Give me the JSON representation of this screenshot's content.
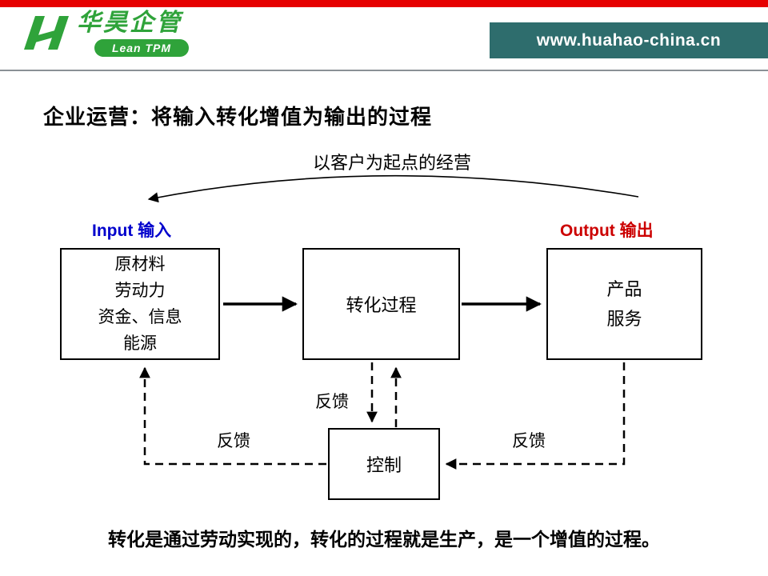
{
  "header": {
    "logo": {
      "name": "华昊企管",
      "tagline": "Lean TPM"
    },
    "website": "www.huahao-china.cn"
  },
  "title": "企业运营：将输入转化增值为输出的过程",
  "diagram": {
    "arc_label": "以客户为起点的经营",
    "input_label": "Input 输入",
    "output_label": "Output 输出",
    "boxes": {
      "input_lines": [
        "原材料",
        "劳动力",
        "资金、信息",
        "能源"
      ],
      "process": "转化过程",
      "output_lines": [
        "产品",
        "服务"
      ],
      "control": "控制"
    },
    "feedback_labels": {
      "center": "反馈",
      "left": "反馈",
      "right": "反馈"
    }
  },
  "footer": "转化是通过劳动实现的，转化的过程就是生产，是一个增值的过程。",
  "colors": {
    "top_strip": "#e60000",
    "teal_bar": "#2e6d6d",
    "input_label": "#0000cc",
    "output_label": "#cc0000",
    "logo_green": "#2fa33a"
  }
}
